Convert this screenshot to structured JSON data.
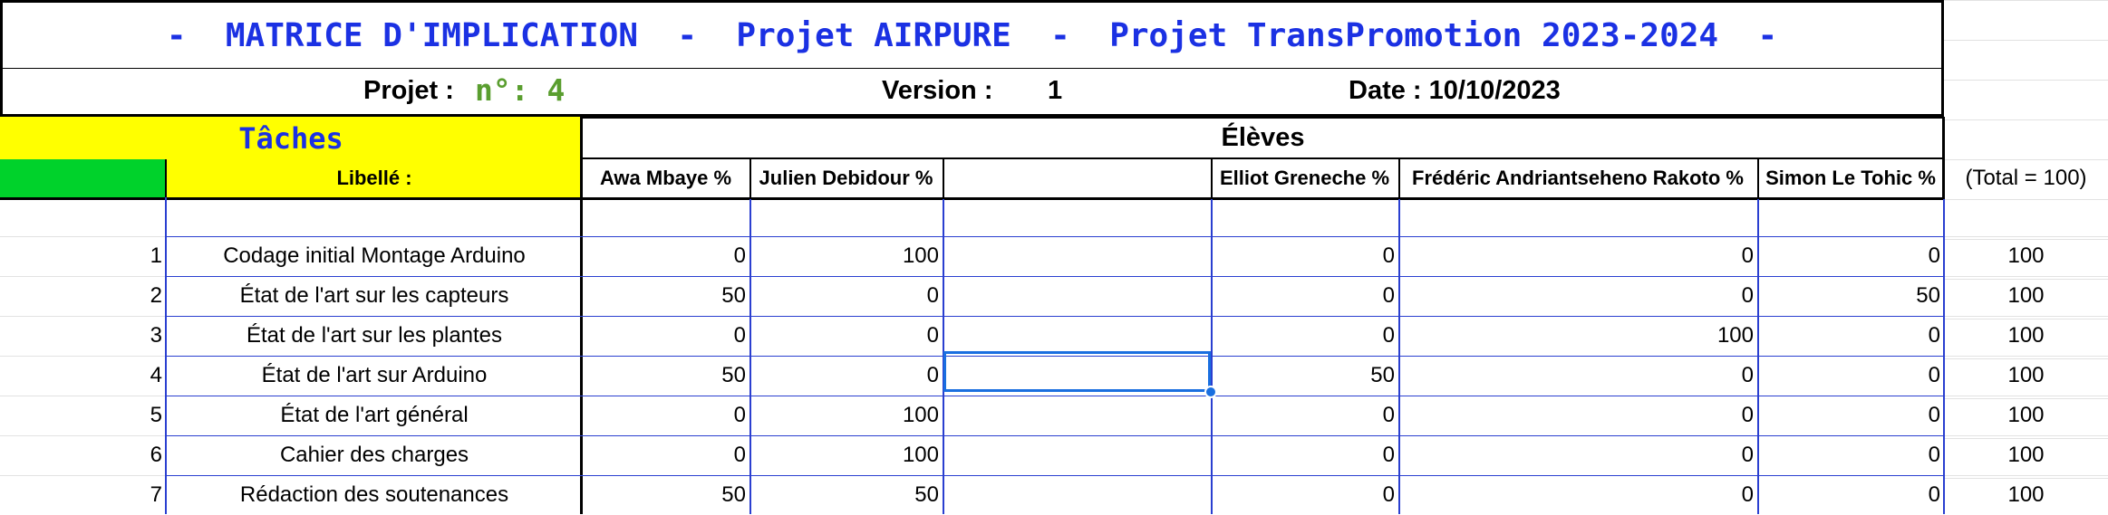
{
  "title": "-  MATRICE D'IMPLICATION  -  Projet AIRPURE  -  Projet TransPromotion 2023-2024  -",
  "info": {
    "projet_label": "Projet :",
    "projet_value": "n°: 4",
    "version_label": "Version :",
    "version_value": "1",
    "date_label": "Date : 10/10/2023"
  },
  "section_taches": "Tâches",
  "section_eleves": "Élèves",
  "libelle_label": "Libellé :",
  "students": [
    "Awa Mbaye %",
    "Julien Debidour %",
    "",
    "Elliot Greneche %",
    "Frédéric Andriantseheno Rakoto %",
    "Simon Le Tohic %"
  ],
  "total_header": "(Total = 100)",
  "colors": {
    "title": "#1b31e3",
    "yellow": "#ffff00",
    "green": "#00d22b",
    "projet_number": "#5a9e2f",
    "grid_blue": "#2a3fd0",
    "selection": "#1a6fe0"
  },
  "selected_cell": "row 4, column 3",
  "rows": [
    {
      "n": "1",
      "task": "Codage initial Montage Arduino",
      "vals": [
        "0",
        "100",
        "",
        "0",
        "0",
        "0"
      ],
      "total": "100"
    },
    {
      "n": "2",
      "task": "État de l'art sur les capteurs",
      "vals": [
        "50",
        "0",
        "",
        "0",
        "0",
        "50"
      ],
      "total": "100"
    },
    {
      "n": "3",
      "task": "État de l'art sur les plantes",
      "vals": [
        "0",
        "0",
        "",
        "0",
        "100",
        "0"
      ],
      "total": "100"
    },
    {
      "n": "4",
      "task": "État de l'art sur Arduino",
      "vals": [
        "50",
        "0",
        "",
        "50",
        "0",
        "0"
      ],
      "total": "100"
    },
    {
      "n": "5",
      "task": "État de l'art général",
      "vals": [
        "0",
        "100",
        "",
        "0",
        "0",
        "0"
      ],
      "total": "100"
    },
    {
      "n": "6",
      "task": "Cahier des charges",
      "vals": [
        "0",
        "100",
        "",
        "0",
        "0",
        "0"
      ],
      "total": "100"
    },
    {
      "n": "7",
      "task": "Rédaction des soutenances",
      "vals": [
        "50",
        "50",
        "",
        "0",
        "0",
        "0"
      ],
      "total": "100"
    }
  ]
}
